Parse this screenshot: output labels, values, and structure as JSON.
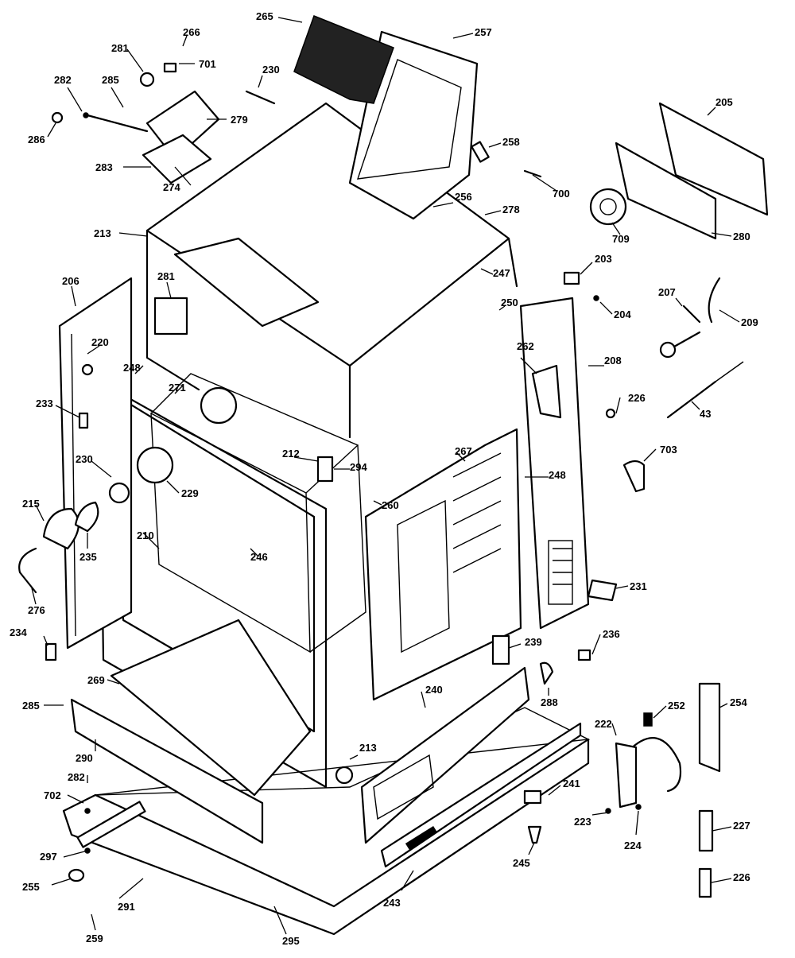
{
  "diagram": {
    "callouts": [
      "266",
      "701",
      "281",
      "282",
      "285",
      "286",
      "274",
      "283",
      "279",
      "230",
      "265",
      "257",
      "258",
      "256",
      "700",
      "278",
      "205",
      "709",
      "280",
      "213",
      "203",
      "204",
      "207",
      "209",
      "247",
      "250",
      "262",
      "281",
      "206",
      "220",
      "248",
      "271",
      "233",
      "212",
      "294",
      "267",
      "208",
      "226",
      "43",
      "703",
      "230",
      "229",
      "215",
      "210",
      "246",
      "260",
      "248",
      "235",
      "276",
      "231",
      "234",
      "236",
      "269",
      "239",
      "288",
      "285",
      "240",
      "252",
      "254",
      "290",
      "213",
      "222",
      "282",
      "241",
      "702",
      "223",
      "297",
      "224",
      "245",
      "227",
      "255",
      "291",
      "243",
      "226",
      "259",
      "295"
    ]
  }
}
